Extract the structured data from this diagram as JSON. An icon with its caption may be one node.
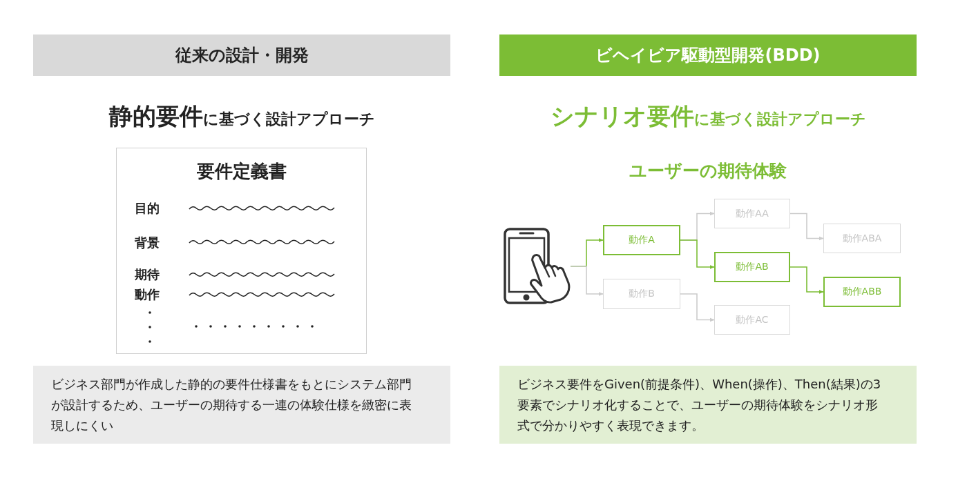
{
  "diagram": {
    "nodes": [
      {
        "text": [
          "従来の設計・開発"
        ]
      },
      {
        "text": [
          "ビヘイビア駆動型開発(BDD)"
        ]
      },
      {
        "text": [
          "要件定義書",
          "目的",
          "背景",
          "期待動作"
        ]
      },
      {
        "text": [
          "ビジネス部門が作成した静的の要件仕様書をもとにシステム部門が設計するため、ユーザーの期待する一連の体験仕様を緻密に表現しにくい"
        ]
      },
      {
        "text": [
          "ビジネス要件をGiven(前提条件)、When(操作)、Then(結果)の3要素でシナリオ化することで、ユーザーの期待体験をシナリオ形式で分かりやすく表現できます。"
        ]
      },
      {
        "text": [],
        "shape": "picture"
      },
      {
        "text": [
          "動作A"
        ]
      },
      {
        "text": [
          "動作B"
        ]
      },
      {
        "text": [
          "動作AA"
        ]
      },
      {
        "text": [
          "動作AB"
        ]
      },
      {
        "text": [
          "動作AC"
        ]
      },
      {
        "text": [
          "動作ABA"
        ]
      },
      {
        "text": [
          "動作ABB"
        ]
      }
    ],
    "edges": [
      {
        "from": 5,
        "to": 6,
        "arrow": "to",
        "color": "#7cbd35"
      },
      {
        "from": 5,
        "to": 7,
        "arrow": "to"
      },
      {
        "from": 6,
        "to": 8,
        "arrow": "to"
      },
      {
        "from": 6,
        "to": 9,
        "arrow": "to",
        "color": "#7cbd35"
      },
      {
        "from": 7,
        "to": 10,
        "arrow": "to"
      },
      {
        "from": 8,
        "to": 11,
        "arrow": "to"
      },
      {
        "from": 9,
        "to": 12,
        "arrow": "to",
        "color": "#7cbd35"
      }
    ],
    "labels": [
      "**静的要件**に基づく設計アプローチ",
      "**シナリオ要件**に基づく設計アプローチ",
      "ユーザーの期待体験"
    ]
  }
}
